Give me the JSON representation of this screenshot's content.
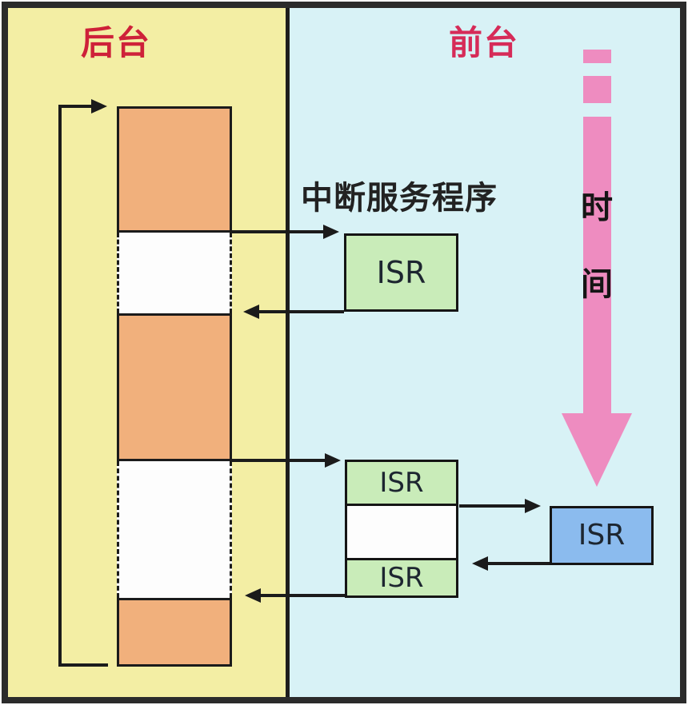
{
  "diagram": {
    "background_panel": {
      "title": "后台"
    },
    "foreground_panel": {
      "title": "前台"
    },
    "caption": "中断服务程序",
    "isr_box_1": {
      "label": "ISR"
    },
    "stacked_isr_box": {
      "top_label": "ISR",
      "bottom_label": "ISR"
    },
    "nested_isr_box": {
      "label": "ISR"
    },
    "time_label": {
      "char1": "时",
      "char2": "间"
    },
    "colors": {
      "background_panel_fill": "#f3eea4",
      "foreground_panel_fill": "#d8f2f6",
      "task_block_fill": "#f1b07c",
      "isr_green_fill": "#c9ecb9",
      "isr_blue_fill": "#8bbbee",
      "time_arrow_pink": "#ee8cc0",
      "background_title_red": "#ce2139",
      "foreground_title_red": "#d62b58",
      "line_black": "#1b1b1b"
    }
  }
}
